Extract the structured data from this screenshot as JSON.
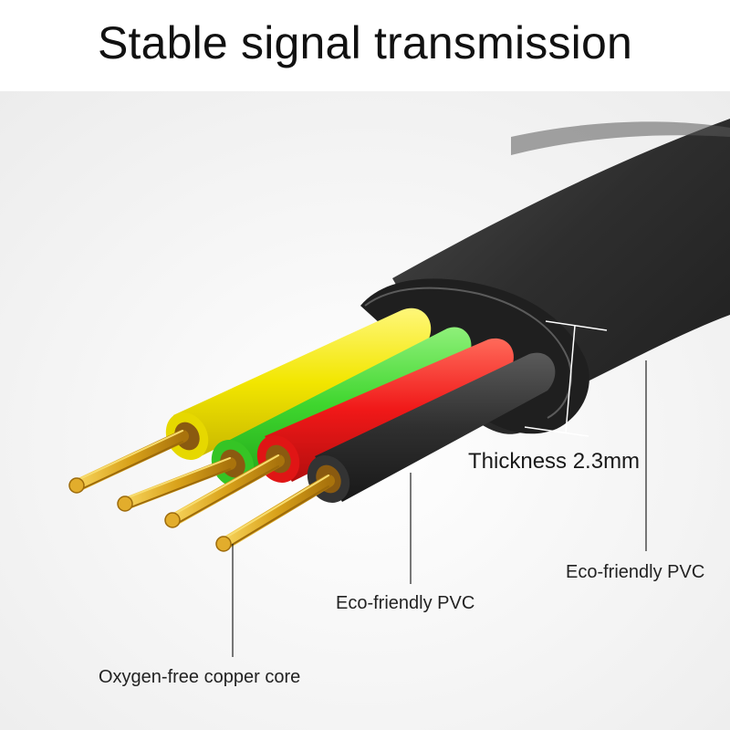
{
  "title": "Stable signal transmission",
  "labels": {
    "thickness": "Thickness 2.3mm",
    "outer_jacket": "Eco-friendly PVC",
    "inner_insulation": "Eco-friendly PVC",
    "copper_core": "Oxygen-free copper core"
  },
  "colors": {
    "jacket": "#2b2b2b",
    "wire_yellow": "#f2e600",
    "wire_green": "#3fd62e",
    "wire_red": "#f01818",
    "wire_black": "#2a2a2a",
    "copper": "#d9a21a"
  }
}
